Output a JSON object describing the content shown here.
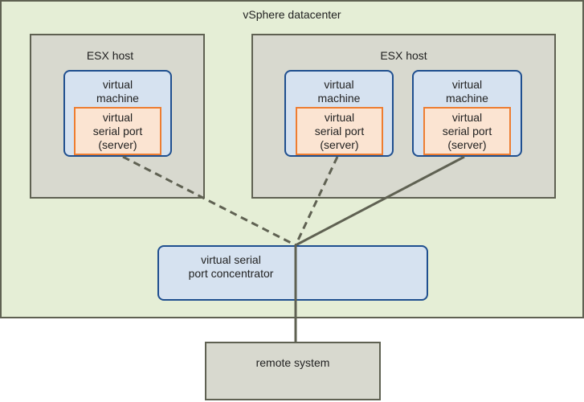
{
  "datacenter": {
    "title": "vSphere datacenter"
  },
  "hosts": [
    {
      "title": "ESX host",
      "vms": [
        {
          "title": "virtual\nmachine",
          "port": "virtual\nserial port\n(server)"
        }
      ]
    },
    {
      "title": "ESX host",
      "vms": [
        {
          "title": "virtual\nmachine",
          "port": "virtual\nserial port\n(server)"
        },
        {
          "title": "virtual\nmachine",
          "port": "virtual\nserial port\n(server)"
        }
      ]
    }
  ],
  "concentrator": {
    "title": "virtual serial\nport concentrator"
  },
  "remote": {
    "title": "remote system"
  },
  "colors": {
    "datacenter_fill": "#e5eed6",
    "host_fill": "#d8d9cf",
    "vm_fill": "#d6e2f0",
    "vm_border": "#1f4f8f",
    "port_fill": "#fbe4d2",
    "port_border": "#ee7d31",
    "connector": "#5f6152"
  }
}
